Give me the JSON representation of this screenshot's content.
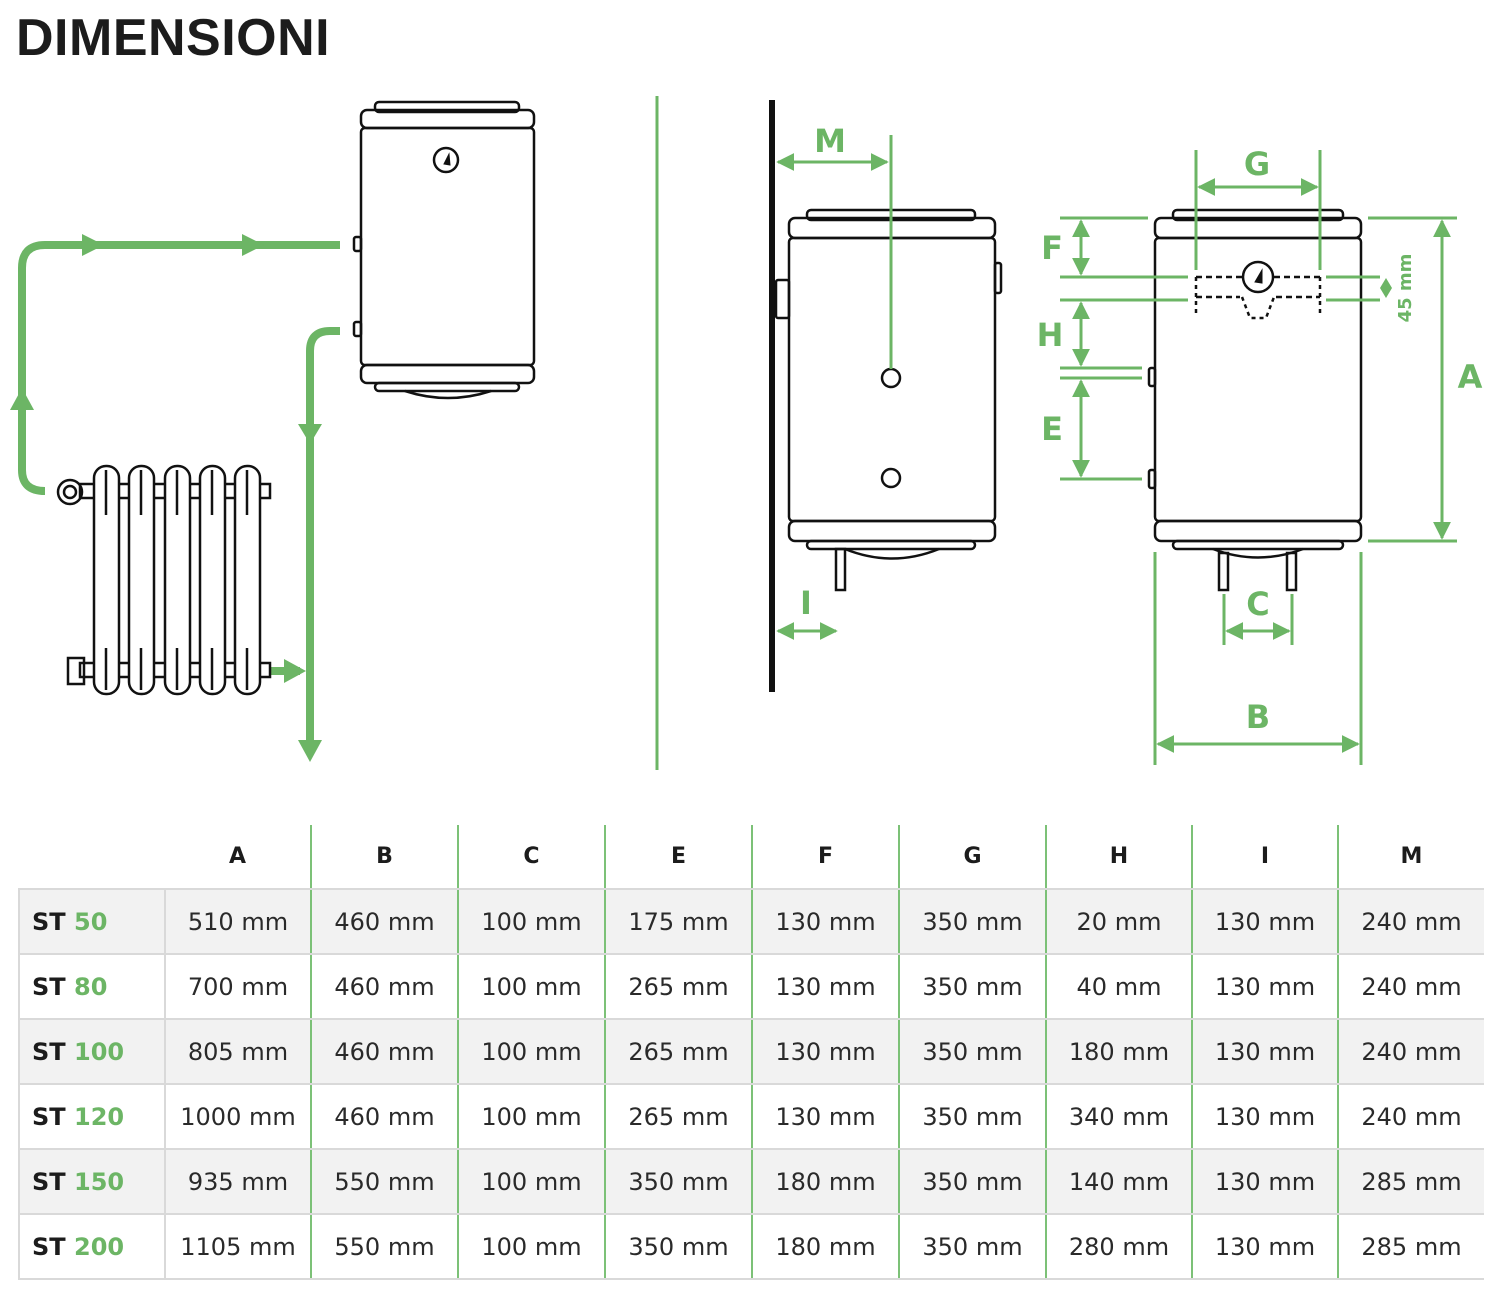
{
  "header": {
    "title": "DIMENSIONI"
  },
  "colors": {
    "accent": "#6cb565",
    "ink": "#1c1c1c",
    "row_alt": "#f2f2f2",
    "grid": "#d9d9d9"
  },
  "diagram": {
    "labels": {
      "M": "M",
      "I": "I",
      "G": "G",
      "F": "F",
      "H": "H",
      "E": "E",
      "A": "A",
      "C": "C",
      "B": "B",
      "offset_45": "45 mm"
    }
  },
  "table": {
    "columns": [
      "A",
      "B",
      "C",
      "E",
      "F",
      "G",
      "H",
      "I",
      "M"
    ],
    "rows": [
      {
        "prefix": "ST",
        "model": "50",
        "values": [
          "510 mm",
          "460 mm",
          "100 mm",
          "175 mm",
          "130 mm",
          "350 mm",
          "20 mm",
          "130 mm",
          "240 mm"
        ]
      },
      {
        "prefix": "ST",
        "model": "80",
        "values": [
          "700 mm",
          "460 mm",
          "100 mm",
          "265 mm",
          "130 mm",
          "350 mm",
          "40 mm",
          "130 mm",
          "240 mm"
        ]
      },
      {
        "prefix": "ST",
        "model": "100",
        "values": [
          "805 mm",
          "460 mm",
          "100 mm",
          "265 mm",
          "130 mm",
          "350 mm",
          "180 mm",
          "130 mm",
          "240 mm"
        ]
      },
      {
        "prefix": "ST",
        "model": "120",
        "values": [
          "1000 mm",
          "460 mm",
          "100 mm",
          "265 mm",
          "130 mm",
          "350 mm",
          "340 mm",
          "130 mm",
          "240 mm"
        ]
      },
      {
        "prefix": "ST",
        "model": "150",
        "values": [
          "935 mm",
          "550 mm",
          "100 mm",
          "350 mm",
          "180 mm",
          "350 mm",
          "140 mm",
          "130 mm",
          "285 mm"
        ]
      },
      {
        "prefix": "ST",
        "model": "200",
        "values": [
          "1105 mm",
          "550 mm",
          "100 mm",
          "350 mm",
          "180 mm",
          "350 mm",
          "280 mm",
          "130 mm",
          "285 mm"
        ]
      }
    ]
  }
}
